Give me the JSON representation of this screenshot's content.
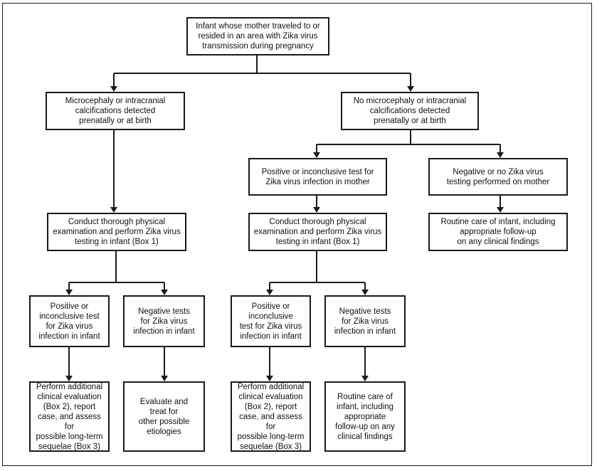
{
  "nodes": {
    "root": "Infant whose mother traveled to or\nresided in an area with Zika virus\ntransmission during pregnancy",
    "micro": "Microcephaly or intracranial\ncalcifications detected\nprenatally or at birth",
    "nomicro": "No microcephaly or intracranial\ncalcifications detected\nprenatally or at birth",
    "pos_mother": "Positive or inconclusive test for\nZika virus infection in mother",
    "neg_mother": "Negative or no Zika virus\ntesting performed on mother",
    "conduct_left": "Conduct thorough physical\nexamination and perform Zika virus\ntesting in infant (Box 1)",
    "conduct_mid": "Conduct thorough physical\nexamination and perform Zika virus\ntesting in infant (Box 1)",
    "routine_right": "Routine care of infant, including\nappropriate follow-up\non any clinical findings",
    "pos_infant_left": "Positive or\ninconclusive test\nfor Zika virus\ninfection in infant",
    "neg_infant_left": "Negative tests\nfor Zika virus\ninfection in infant",
    "pos_infant_mid": "Positive or\ninconclusive\ntest for Zika virus\ninfection in infant",
    "neg_infant_mid": "Negative tests\nfor Zika virus\ninfection in infant",
    "eval_left": "Perform additional\nclinical evaluation\n(Box 2), report\ncase, and assess for\npossible long-term\nsequelae (Box 3)",
    "treat_left": "Evaluate and\ntreat for\nother possible\netiologies",
    "eval_mid": "Perform additional\nclinical evaluation\n(Box 2), report\ncase, and assess for\npossible long-term\nsequelae (Box 3)",
    "routine_mid": "Routine care of\ninfant, including\nappropriate\nfollow-up on any\nclinical findings"
  }
}
